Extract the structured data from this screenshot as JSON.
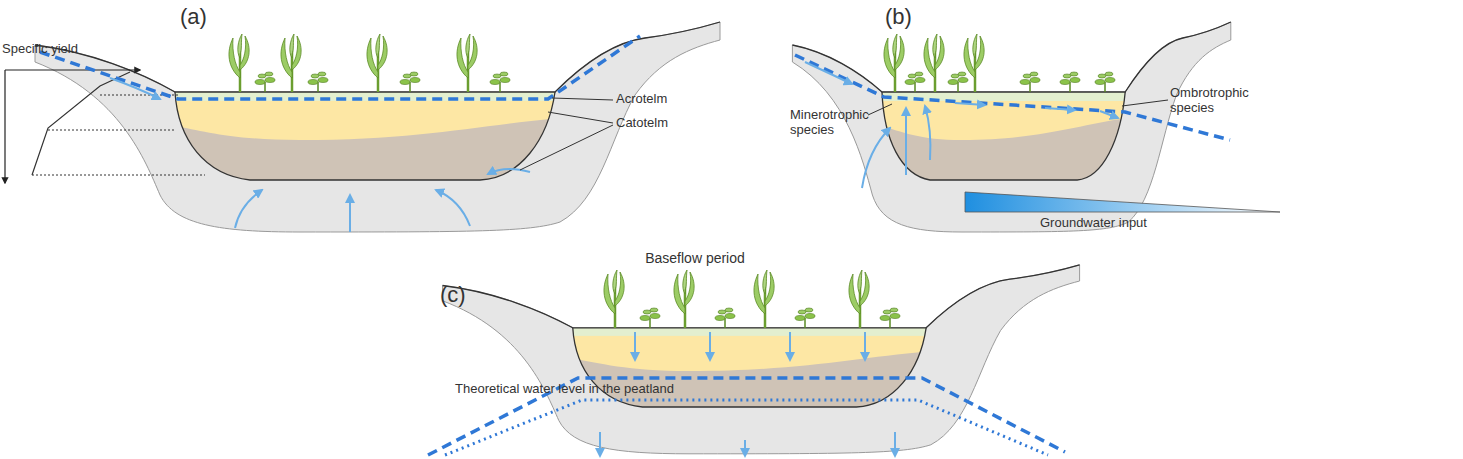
{
  "diagram": {
    "labels": [
      "(a)",
      "Specific yield",
      "Acrotelm",
      "Catotelm",
      "(b)",
      "Minerotrophic species",
      "Ombrotrophic species",
      "Groundwater input",
      "(c)",
      "Baseflow period",
      "Theoretical water level in the peatland"
    ]
  }
}
